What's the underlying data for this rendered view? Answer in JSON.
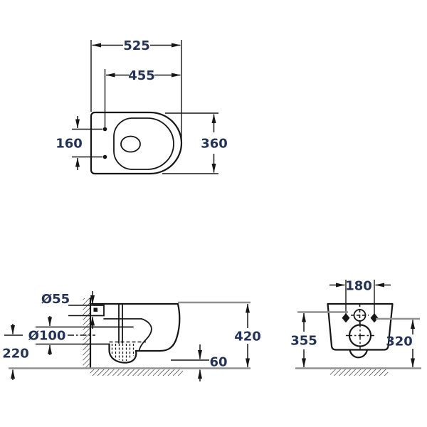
{
  "drawing_title": "wall-hung-toilet-dimension-drawing",
  "colors": {
    "object_line": "#161616",
    "auxiliary_line": "#8f9193",
    "dimension_text": "#233257",
    "background": "#ffffff"
  },
  "views": {
    "top": {
      "name": "top-view",
      "labels": {
        "depth_total": "525",
        "depth_holes": "455",
        "width": "360",
        "hole_spacing": "160"
      }
    },
    "side": {
      "name": "side-view",
      "labels": {
        "inlet_dia": "Ø55",
        "outlet_dia": "Ø100",
        "outlet_height": "220",
        "height": "420",
        "clearance": "60"
      }
    },
    "rear": {
      "name": "rear-view",
      "labels": {
        "hole_spacing": "180",
        "height_left": "355",
        "height_right": "320"
      }
    }
  }
}
